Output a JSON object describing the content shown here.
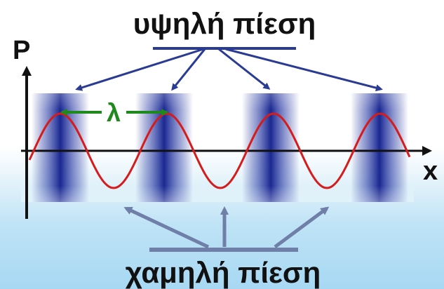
{
  "labels": {
    "high_pressure": "υψηλή πίεση",
    "low_pressure": "χαμηλή πίεση",
    "axis_y": "P",
    "axis_x": "x",
    "wavelength": "λ"
  },
  "colors": {
    "band": "#1f2f9a",
    "wave": "#d41c1c",
    "axis": "#111111",
    "high_arrows": "#2a3b94",
    "low_arrows": "#6f7fa7",
    "lambda": "#1e8a1e"
  }
}
